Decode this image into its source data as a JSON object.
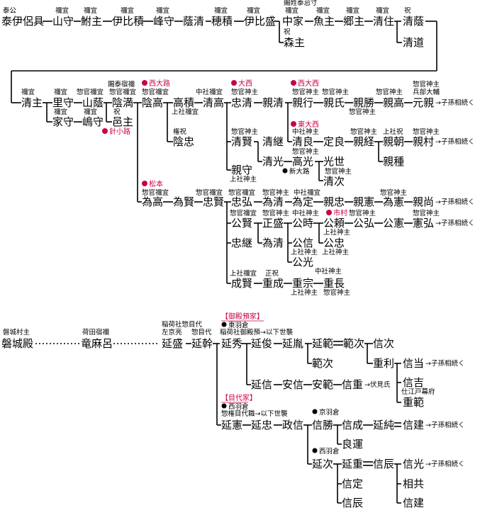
{
  "persons": {
    "yasui_ioshigu": "泰伊侶具",
    "yamamori": "山守",
    "ajinushi": "鮒主",
    "ihizumi": "伊比積",
    "minemori": "峰守",
    "kageyoshi": "蔭清",
    "uezumi": "穂積",
    "ihimori": "伊比盛",
    "nakaie": "中家",
    "uonushi": "魚主",
    "gonushi": "郷主",
    "kiyonushi": "清住",
    "kiyokage": "清蔭",
    "morinushi": "森主",
    "kiyomichi": "清道",
    "kiyonushi2": "清主",
    "satomori": "里守",
    "yamakage": "山蔭",
    "kagemitsu": "陰満",
    "iemori": "家守",
    "shimamori": "嶋守",
    "yunushi": "邑主",
    "kagetaka": "陰高",
    "takatsumi": "高積",
    "kiyotaka": "清高",
    "kagetada": "陰忠",
    "tadakiyo": "忠清",
    "chikakiyo": "親清",
    "chikayuki": "親行",
    "chikauji": "親氏",
    "chikakatsu": "親勝",
    "chikataka": "親高",
    "motochika": "元親",
    "kiyokata": "清賢",
    "kiyotsugu": "清継",
    "kiyoyoshi": "清良",
    "sadayoshi": "定良",
    "chikatsune": "親経",
    "chikatomo": "親朝",
    "chikamura": "親村",
    "chikatane": "親種",
    "chikamori": "親守",
    "kiyomitsu": "清光",
    "takamitsu": "高光",
    "mitsuyo": "光世",
    "kiyotsugu2": "清次",
    "tametaka": "為高",
    "tamekata": "為賢",
    "tadakata": "忠賢",
    "tadahiro": "忠弘",
    "tamekiyo": "為清",
    "tamesada": "為定",
    "chikatada": "親忠",
    "chikanori": "親憲",
    "tamenori": "為憲",
    "chikanao": "親尚",
    "kokata": "公賢",
    "masamori": "正盛",
    "kimitoki": "公時",
    "kimiyori": "公頼",
    "kimihiro": "公弘",
    "kiminori": "公憲",
    "norihiro": "憲弘",
    "tadatsugu": "忠継",
    "tamekiyo2": "為清",
    "kiminobu": "公信",
    "kimitada": "公忠",
    "kimimitsu": "公光",
    "shigekata": "成賢",
    "shigenari": "重成",
    "shigemune": "重宗",
    "shigenaga": "重長",
    "iwakidono": "磐城殿",
    "tatsumaro": "竜麻呂",
    "nobumori": "延盛",
    "nobumoto": "延幹",
    "nobuhide": "延秀",
    "nobutoshi": "延俊",
    "nobutane": "延胤",
    "nobunori": "延範",
    "noritsugu": "範次",
    "nobutsugu": "信次",
    "noritsugu2": "範次",
    "shigetoshi": "重利",
    "nobumasa": "信当",
    "nobuyoshi": "信吉",
    "shigenori": "重範",
    "nobunobu": "延信",
    "yasunobu": "安信",
    "yasunori": "安範",
    "nobushige": "信重",
    "nobunori2": "延憲",
    "nobutada": "延忠",
    "masanobu": "政信",
    "nobukatsu": "信勝",
    "nobunari": "信成",
    "nobuzumi": "延純",
    "nobutake": "信建",
    "yoshiyuki": "良運",
    "nobutsugu2": "延次",
    "nobushige2": "延重",
    "nobutatsu": "信辰",
    "nobumitsu": "信光",
    "nobusada": "信定",
    "aitomo": "相共",
    "nobutatsu2": "信辰",
    "nobutake2": "信建"
  },
  "titles": {
    "yasui_title": "泰公",
    "yamamori_t": "禰宜",
    "ajinushi_t": "禰宜",
    "ihizumi_t": "禰宜",
    "minemori_t": "禰宜",
    "uezumi_t": "禰宜",
    "ihimori_t": "禰宜",
    "nakaie_t": "禰宜",
    "uonushi_t": "禰宜",
    "gonushi_t": "禰宜",
    "kiyonushi_t": "禰宜",
    "kiyokage_t": "祝",
    "morinushi_t": "祝",
    "clan_origin": "賜姓泰忌寸",
    "kiyonushi2_t": "禰宜",
    "satomori_t": "禰宜",
    "yamakage_t": "惣官禰宜",
    "kagemitsu_t": "惣官禰宜",
    "kagemitsu_t2": "賜泰宿禰",
    "iemori_t": "禰宜",
    "shimamori_t": "禰宜",
    "yunushi_t": "祝",
    "kagetaka_t": "惣官禰宜",
    "kiyotaka_t": "中社禰宜",
    "takatsumi_t": "上社禰宜",
    "kagetada_t": "権祝",
    "tadakiyo_t": "惣官神主",
    "chikayuki_t": "惣官神主",
    "chikauji_t": "惣官神主",
    "chikakatsu_t": "惣官神主",
    "chikataka_t": "惣官神主",
    "motochika_t": "惣官神主",
    "motochika_t2": "兵部大輔",
    "kiyokata_t": "惣官神主",
    "kiyoyoshi_t": "中社神主",
    "chikatsune_t": "惣官神主",
    "chikatomo_t": "上社祝",
    "chikamura_t": "惣官神主",
    "kiyoyoshi_t2": "惣官神主",
    "chikamori_t": "上社神主",
    "takamitsu_t": "惣官神主",
    "kiyotsugu2_t": "惣官神主",
    "tametaka_t": "惣官禰宜",
    "tadakata_t": "惣官禰宜",
    "tadahiro_t": "惣官禰宜",
    "tamekiyo_t": "惣官神主",
    "tamesada_t": "中社禰宜",
    "tamenori_t": "惣官神主",
    "kokata_t": "惣官禰宜",
    "masamori_t": "惣官神主",
    "kimitoki_t": "中社神主",
    "kimiyori_t": "上社神主",
    "kimihiro_t": "惣官神主",
    "norihiro_t": "惣官神主",
    "kiminobu_t": "上社神主",
    "kimitada_t": "上社神主",
    "kimimitsu_t": "中社神主",
    "shigekata_t": "上社禰宜",
    "shigenari_t": "正祝",
    "shigemune_t": "上社神主",
    "shigenaga_t": "惣官神主",
    "iwaki_t": "磐城村主",
    "tatsumaro_t": "荷田宿禰",
    "nobumori_t": "稲荷社惣目代",
    "nobumori_t2": "左京亮",
    "nobumoto_t": "惣目代",
    "nobuhide_t": "稲荷社御殿預→以下世襲",
    "nobunori2_t": "惣権目代職→以下世襲"
  },
  "flags": {
    "nishi_oji": "西大路",
    "hari_koji": "針小路",
    "oonishi": "大西",
    "nishi_oonishi": "西大西",
    "higashi_oonishi": "東大西",
    "shin_oji": "新大路",
    "matsumoto": "松本",
    "ichimura": "市村",
    "higashi_hakura": "東羽倉",
    "nishi_hakura": "西羽倉",
    "kyo_hakura": "京羽倉",
    "nishi_hakura2": "西羽倉",
    "goten": "【御殿預家】",
    "mokudai": "【目代家】",
    "fushimi": "伏見氏",
    "edo": "仕江戸幕府"
  },
  "notes": {
    "shison": "子孫相続く"
  }
}
